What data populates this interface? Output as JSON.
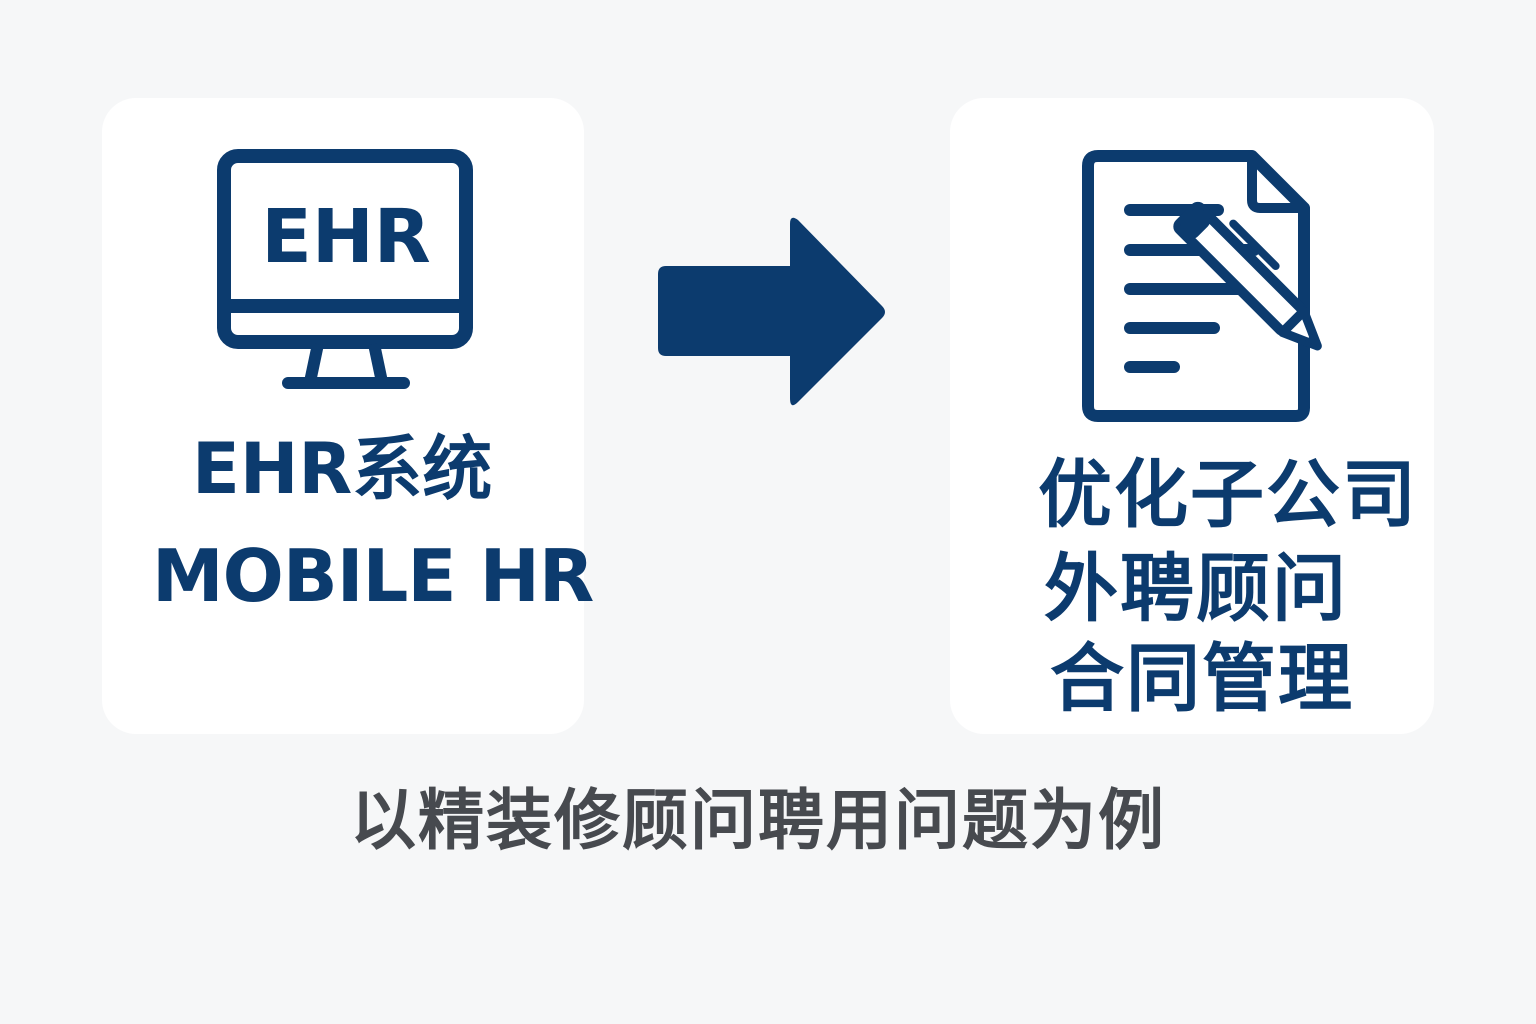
{
  "left_panel": {
    "monitor_screen_text": "EHR",
    "line_1": "EHR系统",
    "line_2": "MOBILE HR",
    "icon": "computer-monitor-icon"
  },
  "arrow": {
    "icon": "right-arrow-icon"
  },
  "right_panel": {
    "line_1": "优化子公司",
    "line_2": "外聘顾问",
    "line_3": "合同管理",
    "icon": "contract-document-pen-icon"
  },
  "caption": "以精装修顾问聘用问题为例",
  "colors": {
    "primary_navy": "#0c3b6e",
    "caption_gray": "#474a4f",
    "background": "#f6f7f8",
    "card": "#ffffff"
  }
}
